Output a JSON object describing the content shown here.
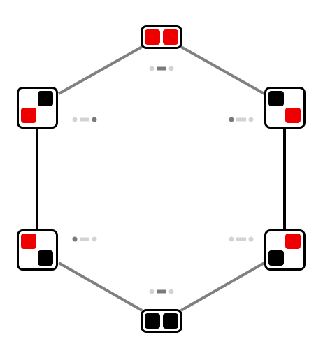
{
  "colors": {
    "red": "#ee0000",
    "black": "#000000",
    "gray_edge": "#808080",
    "black_edge": "#000000",
    "dot_light": "#d3d3d3",
    "dot_dark": "#7a7a7a",
    "node_fill": "#ffffff",
    "node_border": "#000000"
  },
  "nodes": [
    {
      "id": "top",
      "layout": "horizontal",
      "cells": [
        "red",
        "red"
      ]
    },
    {
      "id": "upper-right",
      "layout": "diagonal-down",
      "cells": [
        "black",
        "red"
      ]
    },
    {
      "id": "lower-right",
      "layout": "diagonal-up",
      "cells": [
        "red",
        "black"
      ]
    },
    {
      "id": "bottom",
      "layout": "horizontal",
      "cells": [
        "black",
        "black"
      ]
    },
    {
      "id": "lower-left",
      "layout": "diagonal-down",
      "cells": [
        "red",
        "black"
      ]
    },
    {
      "id": "upper-left",
      "layout": "diagonal-up",
      "cells": [
        "black",
        "red"
      ]
    }
  ],
  "edges": [
    {
      "from": "top",
      "to": "upper-right",
      "style": "gray"
    },
    {
      "from": "upper-right",
      "to": "lower-right",
      "style": "black"
    },
    {
      "from": "lower-right",
      "to": "bottom",
      "style": "gray"
    },
    {
      "from": "bottom",
      "to": "lower-left",
      "style": "gray"
    },
    {
      "from": "lower-left",
      "to": "upper-left",
      "style": "black"
    },
    {
      "from": "upper-left",
      "to": "top",
      "style": "gray"
    }
  ],
  "markers": [
    {
      "id": "top",
      "active": "center"
    },
    {
      "id": "upper-right",
      "active": "left"
    },
    {
      "id": "lower-right",
      "active": "none"
    },
    {
      "id": "bottom",
      "active": "center"
    },
    {
      "id": "lower-left",
      "active": "left"
    },
    {
      "id": "upper-left",
      "active": "right"
    }
  ]
}
